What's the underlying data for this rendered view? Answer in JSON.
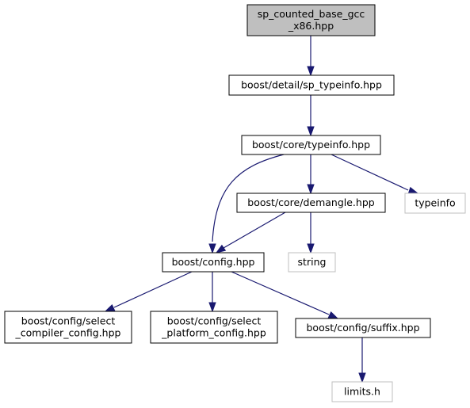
{
  "colors": {
    "edge": "#191970",
    "root_fill": "#bfbfbf",
    "root_border": "#000000",
    "node_fill": "#ffffff",
    "node_border": "#000000",
    "external_border": "#bfbfbf",
    "external_text": "#000000"
  },
  "nodes": [
    {
      "id": "root",
      "kind": "root",
      "lines": [
        "sp_counted_base_gcc",
        "_x86.hpp"
      ]
    },
    {
      "id": "sp_typeinfo",
      "kind": "internal",
      "lines": [
        "boost/detail/sp_typeinfo.hpp"
      ]
    },
    {
      "id": "typeinfo_hpp",
      "kind": "internal",
      "lines": [
        "boost/core/typeinfo.hpp"
      ]
    },
    {
      "id": "demangle",
      "kind": "internal",
      "lines": [
        "boost/core/demangle.hpp"
      ]
    },
    {
      "id": "typeinfo_std",
      "kind": "external",
      "lines": [
        "typeinfo"
      ]
    },
    {
      "id": "config",
      "kind": "internal",
      "lines": [
        "boost/config.hpp"
      ]
    },
    {
      "id": "string",
      "kind": "external",
      "lines": [
        "string"
      ]
    },
    {
      "id": "select_compiler",
      "kind": "internal",
      "lines": [
        "boost/config/select",
        "_compiler_config.hpp"
      ]
    },
    {
      "id": "select_platform",
      "kind": "internal",
      "lines": [
        "boost/config/select",
        "_platform_config.hpp"
      ]
    },
    {
      "id": "suffix",
      "kind": "internal",
      "lines": [
        "boost/config/suffix.hpp"
      ]
    },
    {
      "id": "limits",
      "kind": "external",
      "lines": [
        "limits.h"
      ]
    }
  ],
  "edges": [
    {
      "from": "root",
      "to": "sp_typeinfo"
    },
    {
      "from": "sp_typeinfo",
      "to": "typeinfo_hpp"
    },
    {
      "from": "typeinfo_hpp",
      "to": "config"
    },
    {
      "from": "typeinfo_hpp",
      "to": "demangle"
    },
    {
      "from": "typeinfo_hpp",
      "to": "typeinfo_std"
    },
    {
      "from": "demangle",
      "to": "config"
    },
    {
      "from": "demangle",
      "to": "string"
    },
    {
      "from": "config",
      "to": "select_compiler"
    },
    {
      "from": "config",
      "to": "select_platform"
    },
    {
      "from": "config",
      "to": "suffix"
    },
    {
      "from": "suffix",
      "to": "limits"
    }
  ]
}
